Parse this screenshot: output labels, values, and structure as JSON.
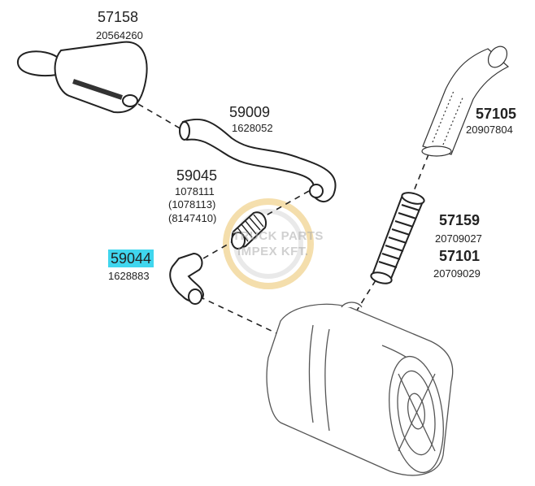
{
  "parts": [
    {
      "id": "p57158",
      "number": "57158",
      "codes": [
        "20564260"
      ]
    },
    {
      "id": "p59009",
      "number": "59009",
      "codes": [
        "1628052"
      ]
    },
    {
      "id": "p59045",
      "number": "59045",
      "codes": [
        "1078111",
        "(1078113)",
        "(8147410)"
      ]
    },
    {
      "id": "p59044",
      "number": "59044",
      "codes": [
        "1628883"
      ],
      "highlighted": true
    },
    {
      "id": "p57105",
      "number": "57105",
      "codes": [
        "20907804"
      ]
    },
    {
      "id": "p57159",
      "number": "57159",
      "codes": [
        "20709027"
      ]
    },
    {
      "id": "p57101",
      "number": "57101",
      "codes": [
        "20709029"
      ]
    }
  ],
  "watermark": {
    "line1": "TRUCK PARTS",
    "line2": "IMPEX KFT."
  },
  "colors": {
    "highlight": "#40d6ee",
    "line": "#222222",
    "watermark_ring": "#e8b84a"
  }
}
